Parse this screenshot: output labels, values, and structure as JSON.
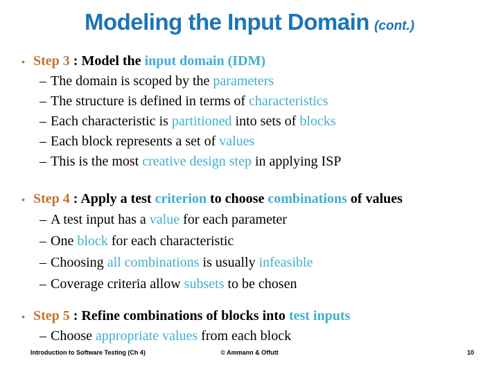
{
  "title": {
    "main": "Modeling the Input Domain",
    "suffix": "(cont.)"
  },
  "colors": {
    "title_blue": "#1B74B8",
    "step_orange": "#C1752E",
    "highlight_teal": "#3FAFD0",
    "body_black": "#000000",
    "background": "#FFFFFF"
  },
  "glyphs": {
    "bullet": "•",
    "dash": "–"
  },
  "steps": [
    {
      "name": "step-3",
      "header": [
        {
          "text": "Step 3",
          "color": "orange"
        },
        {
          "text": " : Model the ",
          "color": "black"
        },
        {
          "text": "input domain (IDM)",
          "color": "teal"
        }
      ],
      "subs": [
        [
          {
            "text": "The domain is scoped by the ",
            "color": "black"
          },
          {
            "text": "parameters",
            "color": "teal"
          }
        ],
        [
          {
            "text": "The structure is defined in terms of ",
            "color": "black"
          },
          {
            "text": "characteristics",
            "color": "teal"
          }
        ],
        [
          {
            "text": "Each characteristic is ",
            "color": "black"
          },
          {
            "text": "partitioned",
            "color": "teal"
          },
          {
            "text": " into sets of ",
            "color": "black"
          },
          {
            "text": "blocks",
            "color": "teal"
          }
        ],
        [
          {
            "text": "Each block represents a set of ",
            "color": "black"
          },
          {
            "text": "values",
            "color": "teal"
          }
        ],
        [
          {
            "text": "This is the most ",
            "color": "black"
          },
          {
            "text": "creative design step",
            "color": "teal"
          },
          {
            "text": " in applying ISP",
            "color": "black"
          }
        ]
      ]
    },
    {
      "name": "step-4",
      "header": [
        {
          "text": "Step 4",
          "color": "orange"
        },
        {
          "text": " : Apply a test ",
          "color": "black"
        },
        {
          "text": "criterion",
          "color": "teal"
        },
        {
          "text": " to choose ",
          "color": "black"
        },
        {
          "text": "combinations",
          "color": "teal"
        },
        {
          "text": " of values",
          "color": "black"
        }
      ],
      "subs": [
        [
          {
            "text": "A test input has a ",
            "color": "black"
          },
          {
            "text": "value",
            "color": "teal"
          },
          {
            "text": " for each parameter",
            "color": "black"
          }
        ],
        [
          {
            "text": "One ",
            "color": "black"
          },
          {
            "text": "block",
            "color": "teal"
          },
          {
            "text": " for each characteristic",
            "color": "black"
          }
        ],
        [
          {
            "text": "Choosing ",
            "color": "black"
          },
          {
            "text": "all combinations",
            "color": "teal"
          },
          {
            "text": " is usually ",
            "color": "black"
          },
          {
            "text": "infeasible",
            "color": "teal"
          }
        ],
        [
          {
            "text": "Coverage criteria allow ",
            "color": "black"
          },
          {
            "text": "subsets",
            "color": "teal"
          },
          {
            "text": " to be chosen",
            "color": "black"
          }
        ]
      ]
    },
    {
      "name": "step-5",
      "header": [
        {
          "text": "Step 5",
          "color": "orange"
        },
        {
          "text": " : Refine combinations of blocks into ",
          "color": "black"
        },
        {
          "text": "test inputs",
          "color": "teal"
        }
      ],
      "subs": [
        [
          {
            "text": "Choose ",
            "color": "black"
          },
          {
            "text": "appropriate values",
            "color": "teal"
          },
          {
            "text": " from each block",
            "color": "black"
          }
        ]
      ]
    }
  ],
  "footer": {
    "left": "Introduction to Software Testing  (Ch 4)",
    "center": "© Ammann & Offutt",
    "page": "10"
  }
}
